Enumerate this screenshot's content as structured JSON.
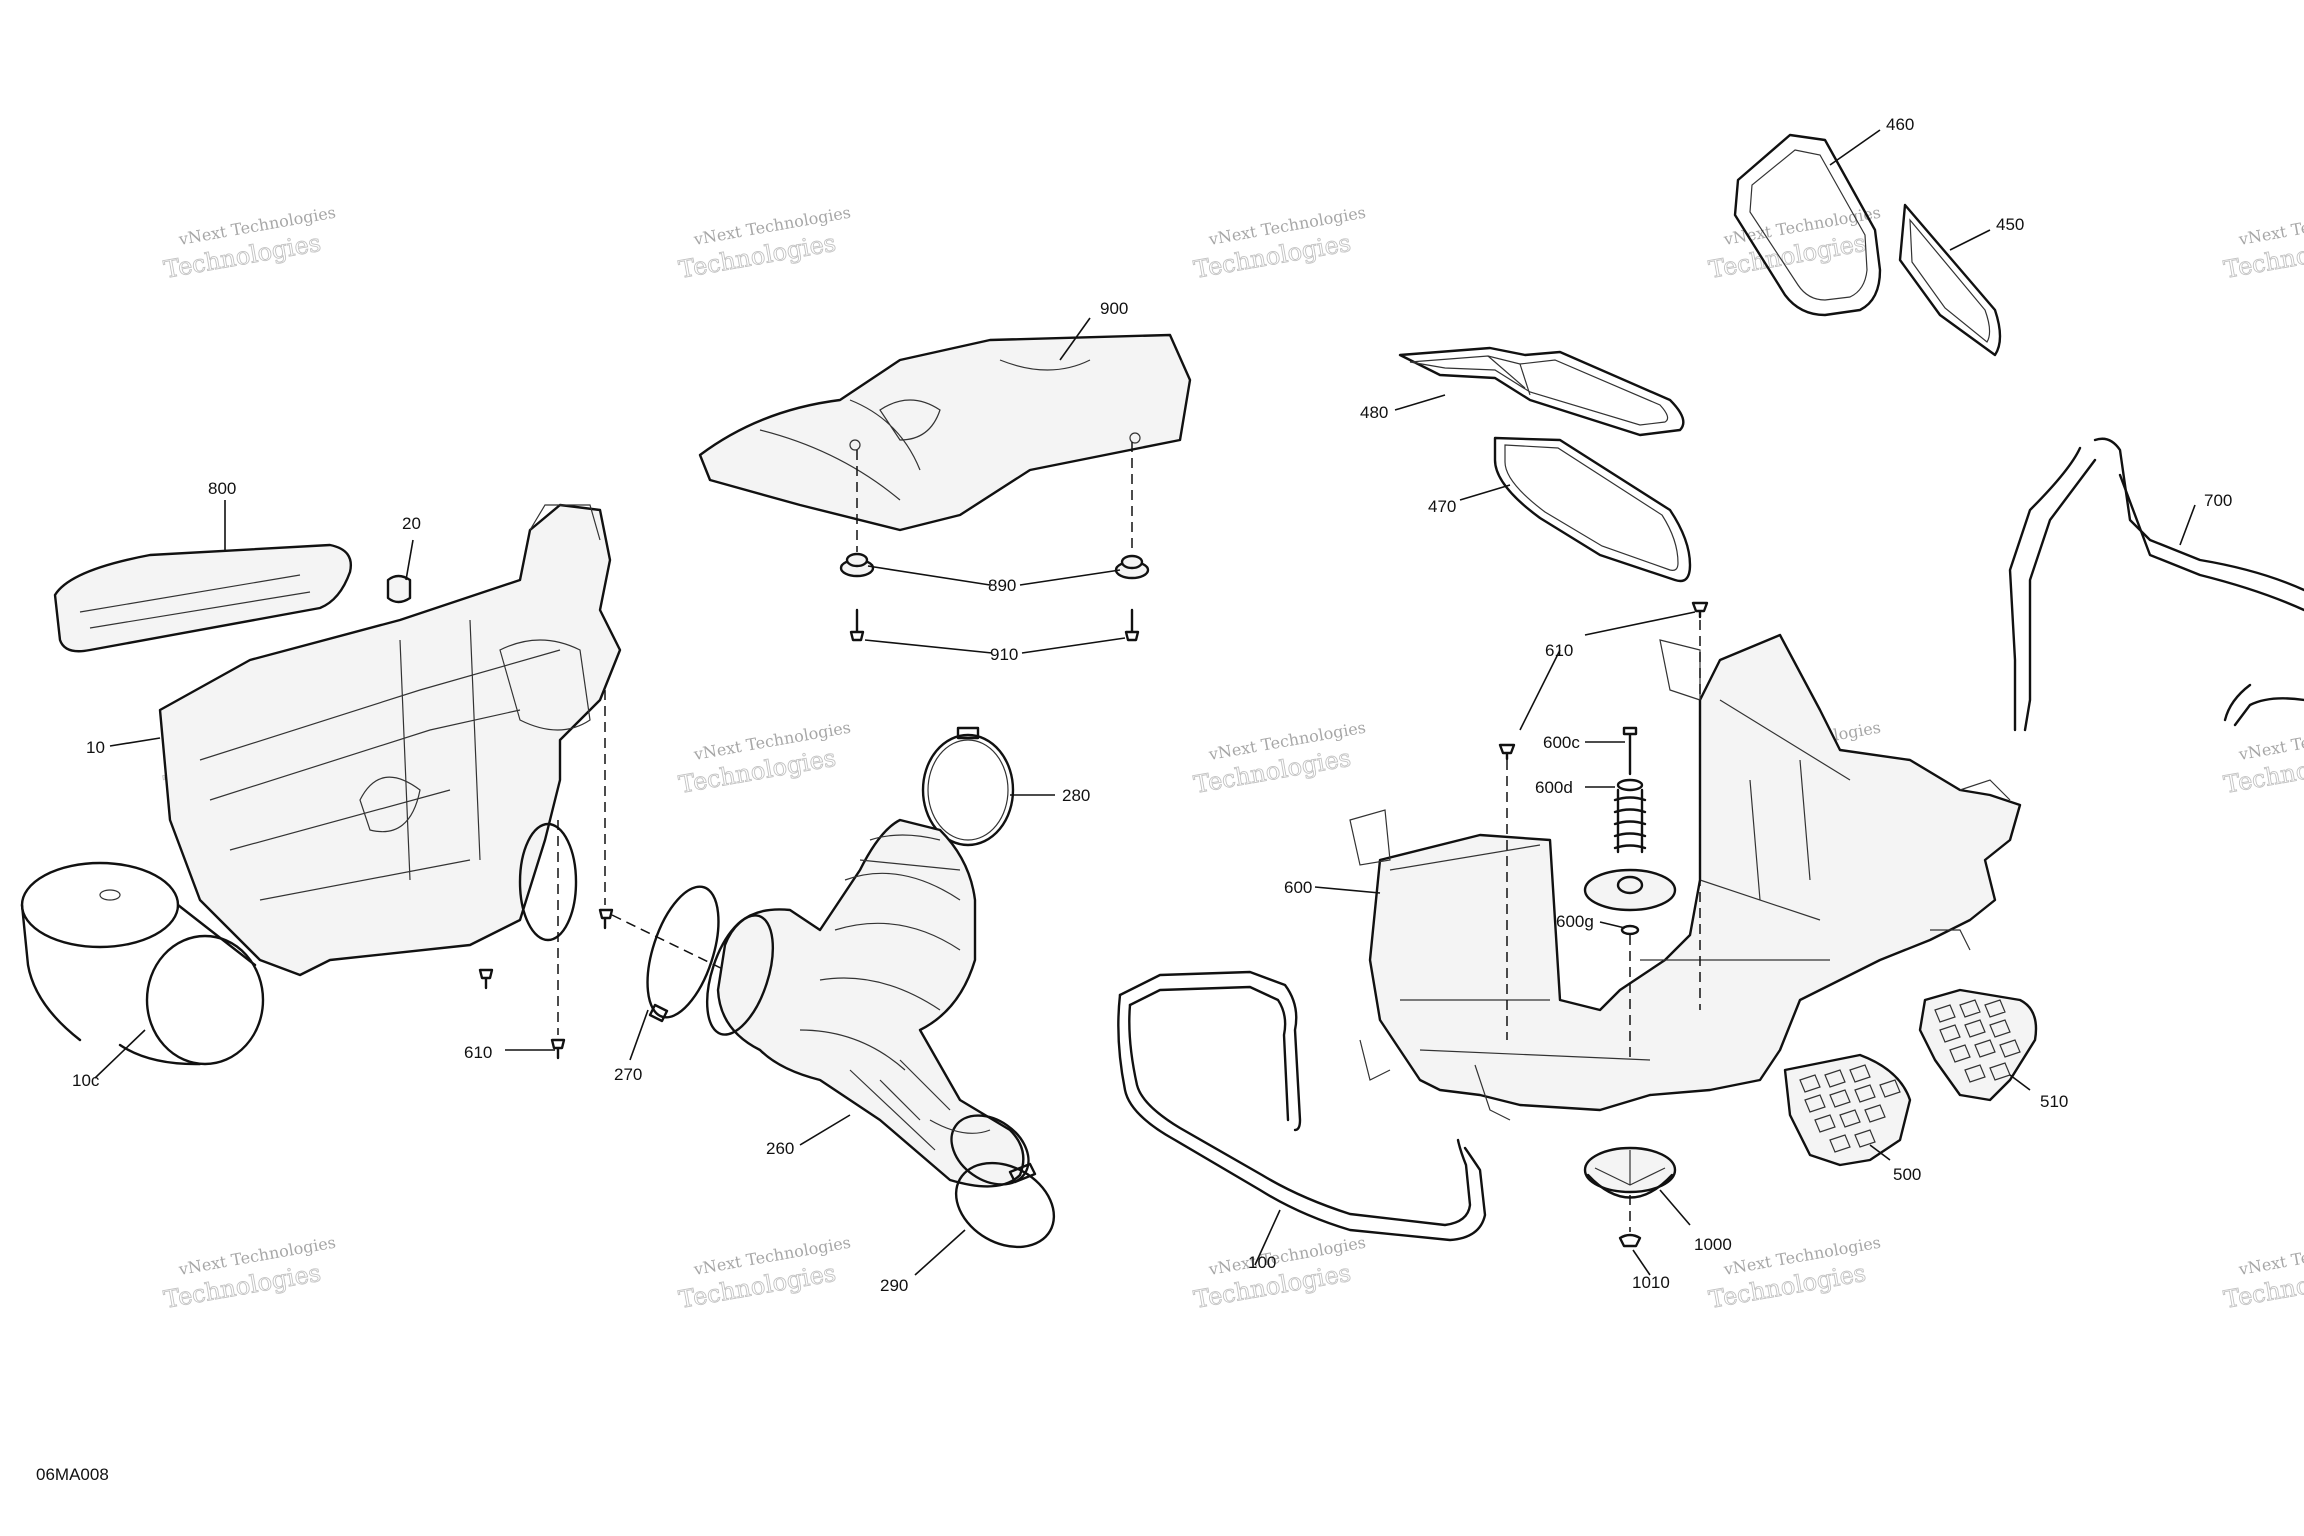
{
  "watermark": {
    "line1": "vNext Technologies",
    "line2": "Technologies"
  },
  "drawing_code": "06MA008",
  "callouts": [
    {
      "id": "c-800",
      "text": "800"
    },
    {
      "id": "c-20",
      "text": "20"
    },
    {
      "id": "c-10",
      "text": "10"
    },
    {
      "id": "c-10c",
      "text": "10c"
    },
    {
      "id": "c-610a",
      "text": "610"
    },
    {
      "id": "c-900",
      "text": "900"
    },
    {
      "id": "c-890",
      "text": "890"
    },
    {
      "id": "c-910",
      "text": "910"
    },
    {
      "id": "c-280",
      "text": "280"
    },
    {
      "id": "c-270",
      "text": "270"
    },
    {
      "id": "c-260",
      "text": "260"
    },
    {
      "id": "c-290",
      "text": "290"
    },
    {
      "id": "c-460",
      "text": "460"
    },
    {
      "id": "c-450",
      "text": "450"
    },
    {
      "id": "c-480",
      "text": "480"
    },
    {
      "id": "c-470",
      "text": "470"
    },
    {
      "id": "c-700",
      "text": "700"
    },
    {
      "id": "c-610b",
      "text": "610"
    },
    {
      "id": "c-600c",
      "text": "600c"
    },
    {
      "id": "c-600d",
      "text": "600d"
    },
    {
      "id": "c-600",
      "text": "600"
    },
    {
      "id": "c-600g",
      "text": "600g"
    },
    {
      "id": "c-510",
      "text": "510"
    },
    {
      "id": "c-500",
      "text": "500"
    },
    {
      "id": "c-1000",
      "text": "1000"
    },
    {
      "id": "c-1010",
      "text": "1010"
    },
    {
      "id": "c-100",
      "text": "100"
    }
  ]
}
